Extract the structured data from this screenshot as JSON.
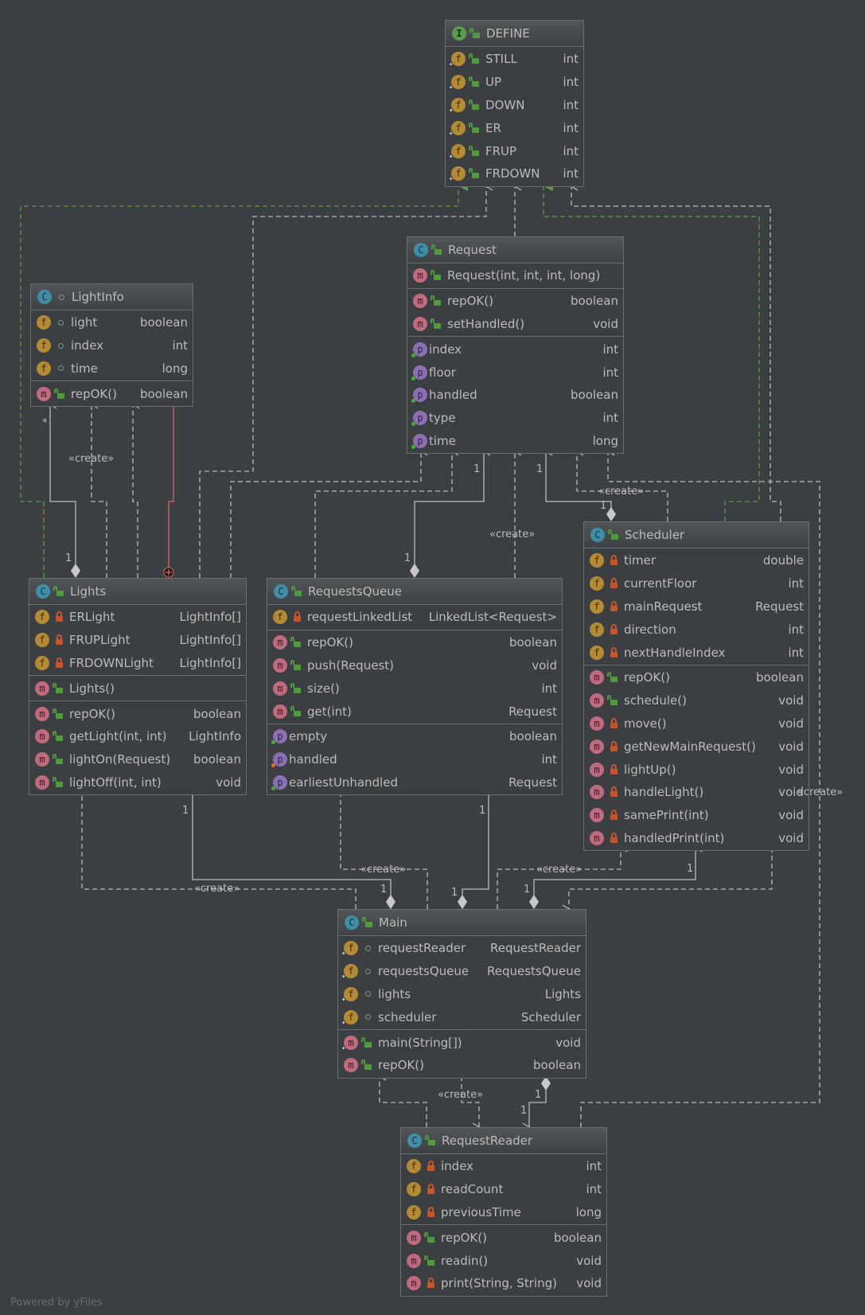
{
  "nodes": {
    "define": {
      "kind": "I",
      "visibility": "public",
      "title": "DEFINE",
      "sections": [
        [
          {
            "badge": "f",
            "static": true,
            "vis": "public",
            "name": "STILL",
            "type": "int"
          },
          {
            "badge": "f",
            "static": true,
            "vis": "public",
            "name": "UP",
            "type": "int"
          },
          {
            "badge": "f",
            "static": true,
            "vis": "public",
            "name": "DOWN",
            "type": "int"
          },
          {
            "badge": "f",
            "static": true,
            "vis": "public",
            "name": "ER",
            "type": "int"
          },
          {
            "badge": "f",
            "static": true,
            "vis": "public",
            "name": "FRUP",
            "type": "int"
          },
          {
            "badge": "f",
            "static": true,
            "vis": "public",
            "name": "FRDOWN",
            "type": "int"
          }
        ]
      ]
    },
    "lightinfo": {
      "kind": "C",
      "visibility": "package",
      "title": "LightInfo",
      "sections": [
        [
          {
            "badge": "f",
            "vis": "package",
            "name": "light",
            "type": "boolean"
          },
          {
            "badge": "f",
            "vis": "package",
            "name": "index",
            "type": "int"
          },
          {
            "badge": "f",
            "vis": "package",
            "name": "time",
            "type": "long"
          }
        ],
        [
          {
            "badge": "m",
            "vis": "public",
            "name": "repOK()",
            "type": "boolean"
          }
        ]
      ]
    },
    "request": {
      "kind": "C",
      "visibility": "public",
      "title": "Request",
      "sections": [
        [
          {
            "badge": "m",
            "vis": "public",
            "name": "Request(int, int, int, long)",
            "type": ""
          }
        ],
        [
          {
            "badge": "m",
            "vis": "public",
            "name": "repOK()",
            "type": "boolean"
          },
          {
            "badge": "m",
            "vis": "public",
            "name": "setHandled()",
            "type": "void"
          }
        ],
        [
          {
            "badge": "p",
            "dot": "g",
            "name": "index",
            "type": "int"
          },
          {
            "badge": "p",
            "dot": "g",
            "name": "floor",
            "type": "int"
          },
          {
            "badge": "p",
            "dot": "g",
            "name": "handled",
            "type": "boolean"
          },
          {
            "badge": "p",
            "dot": "g",
            "name": "type",
            "type": "int"
          },
          {
            "badge": "p",
            "dot": "g",
            "name": "time",
            "type": "long"
          }
        ]
      ]
    },
    "lights": {
      "kind": "C",
      "visibility": "public",
      "title": "Lights",
      "sections": [
        [
          {
            "badge": "f",
            "vis": "private",
            "name": "ERLight",
            "type": "LightInfo[]"
          },
          {
            "badge": "f",
            "vis": "private",
            "name": "FRUPLight",
            "type": "LightInfo[]"
          },
          {
            "badge": "f",
            "vis": "private",
            "name": "FRDOWNLight",
            "type": "LightInfo[]"
          }
        ],
        [
          {
            "badge": "m",
            "vis": "public",
            "name": "Lights()",
            "type": ""
          }
        ],
        [
          {
            "badge": "m",
            "vis": "public",
            "name": "repOK()",
            "type": "boolean"
          },
          {
            "badge": "m",
            "vis": "public",
            "name": "getLight(int, int)",
            "type": "LightInfo"
          },
          {
            "badge": "m",
            "vis": "public",
            "name": "lightOn(Request)",
            "type": "boolean"
          },
          {
            "badge": "m",
            "vis": "public",
            "name": "lightOff(int, int)",
            "type": "void"
          }
        ]
      ]
    },
    "requestsqueue": {
      "kind": "C",
      "visibility": "public",
      "title": "RequestsQueue",
      "sections": [
        [
          {
            "badge": "f",
            "vis": "private",
            "name": "requestLinkedList",
            "type": "LinkedList<Request>"
          }
        ],
        [
          {
            "badge": "m",
            "vis": "public",
            "name": "repOK()",
            "type": "boolean"
          },
          {
            "badge": "m",
            "vis": "public",
            "name": "push(Request)",
            "type": "void"
          },
          {
            "badge": "m",
            "vis": "public",
            "name": "size()",
            "type": "int"
          },
          {
            "badge": "m",
            "vis": "public",
            "name": "get(int)",
            "type": "Request"
          }
        ],
        [
          {
            "badge": "p",
            "dot": "g",
            "name": "empty",
            "type": "boolean"
          },
          {
            "badge": "p",
            "dot": "o",
            "name": "handled",
            "type": "int"
          },
          {
            "badge": "p",
            "dot": "g",
            "name": "earliestUnhandled",
            "type": "Request"
          }
        ]
      ]
    },
    "scheduler": {
      "kind": "C",
      "visibility": "public",
      "title": "Scheduler",
      "sections": [
        [
          {
            "badge": "f",
            "vis": "private",
            "name": "timer",
            "type": "double"
          },
          {
            "badge": "f",
            "vis": "private",
            "name": "currentFloor",
            "type": "int"
          },
          {
            "badge": "f",
            "vis": "private",
            "name": "mainRequest",
            "type": "Request"
          },
          {
            "badge": "f",
            "vis": "private",
            "name": "direction",
            "type": "int"
          },
          {
            "badge": "f",
            "vis": "private",
            "name": "nextHandleIndex",
            "type": "int"
          }
        ],
        [
          {
            "badge": "m",
            "vis": "public",
            "name": "repOK()",
            "type": "boolean"
          },
          {
            "badge": "m",
            "vis": "public",
            "name": "schedule()",
            "type": "void"
          },
          {
            "badge": "m",
            "vis": "private",
            "name": "move()",
            "type": "void"
          },
          {
            "badge": "m",
            "vis": "private",
            "name": "getNewMainRequest()",
            "type": "void"
          },
          {
            "badge": "m",
            "vis": "private",
            "name": "lightUp()",
            "type": "void"
          },
          {
            "badge": "m",
            "vis": "private",
            "name": "handleLight()",
            "type": "void"
          },
          {
            "badge": "m",
            "vis": "private",
            "name": "samePrint(int)",
            "type": "void"
          },
          {
            "badge": "m",
            "vis": "private",
            "name": "handledPrint(int)",
            "type": "void"
          }
        ]
      ]
    },
    "main": {
      "kind": "C",
      "visibility": "public",
      "title": "Main",
      "sections": [
        [
          {
            "badge": "f",
            "static": true,
            "vis": "package",
            "name": "requestReader",
            "type": "RequestReader"
          },
          {
            "badge": "f",
            "static": true,
            "vis": "package",
            "name": "requestsQueue",
            "type": "RequestsQueue"
          },
          {
            "badge": "f",
            "static": true,
            "vis": "package",
            "name": "lights",
            "type": "Lights"
          },
          {
            "badge": "f",
            "static": true,
            "vis": "package",
            "name": "scheduler",
            "type": "Scheduler"
          }
        ],
        [
          {
            "badge": "m",
            "static": true,
            "vis": "public",
            "name": "main(String[])",
            "type": "void"
          },
          {
            "badge": "m",
            "vis": "public",
            "name": "repOK()",
            "type": "boolean"
          }
        ]
      ]
    },
    "requestreader": {
      "kind": "C",
      "visibility": "public",
      "title": "RequestReader",
      "sections": [
        [
          {
            "badge": "f",
            "vis": "private",
            "name": "index",
            "type": "int"
          },
          {
            "badge": "f",
            "vis": "private",
            "name": "readCount",
            "type": "int"
          },
          {
            "badge": "f",
            "vis": "private",
            "name": "previousTime",
            "type": "long"
          }
        ],
        [
          {
            "badge": "m",
            "vis": "public",
            "name": "repOK()",
            "type": "boolean"
          },
          {
            "badge": "m",
            "vis": "public",
            "name": "readin()",
            "type": "void"
          },
          {
            "badge": "m",
            "vis": "private",
            "name": "print(String, String)",
            "type": "void"
          }
        ]
      ]
    }
  },
  "labels": {
    "create": "«create»",
    "one": "1",
    "many": "*"
  },
  "colors": {
    "background": "#3c3f41",
    "line": "#bbbbbb",
    "realization": "#5b9b4a",
    "inner": "#e06060"
  },
  "footer": "Powered by yFiles"
}
